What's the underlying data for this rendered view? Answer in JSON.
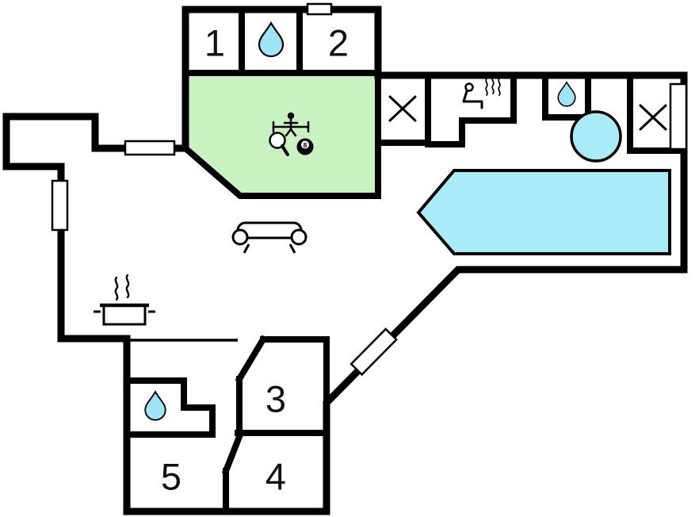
{
  "floorplan": {
    "kind": "house-floor-plan",
    "rooms": [
      {
        "name": "room-1",
        "label": "1"
      },
      {
        "name": "room-2",
        "label": "2"
      },
      {
        "name": "room-3",
        "label": "3"
      },
      {
        "name": "room-4",
        "label": "4"
      },
      {
        "name": "room-5",
        "label": "5"
      }
    ],
    "game_room": {
      "eight_ball_label": "8"
    },
    "colors": {
      "wall": "#000000",
      "floor": "#ffffff",
      "game_room_fill": "#c9f1c2",
      "pool_fill": "#aaebf8",
      "water_drop_fill": "#9fe3f7",
      "hot_tub_fill": "#aaebf8"
    },
    "icons": {
      "water-drop": "teardrop shape (bathroom)",
      "x-mark": "diagonal cross lines",
      "sauna": "reclining person with steam",
      "hot-tub": "circle basin",
      "swimming-pool": "cyan polygon basin",
      "foosball": "figure on rod",
      "table-tennis": "round paddle with handle",
      "eight-ball": "black ball with 8",
      "sofa": "sofa front view",
      "cooking-pot": "pot with steam",
      "window": "white rectangle on wall"
    }
  }
}
